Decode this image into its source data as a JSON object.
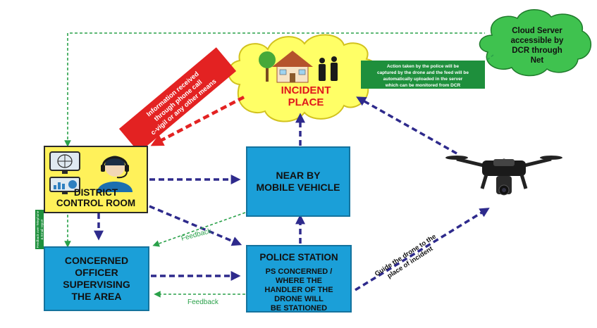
{
  "incident": {
    "line1": "INCIDENT",
    "line2": "PLACE"
  },
  "cloud": {
    "line1": "Cloud Server",
    "line2": "accessible by",
    "line3": "DCR through",
    "line4": "Net"
  },
  "capture_note": {
    "line1": "Action taken by the police will be",
    "line2": "captured by the drone and the feed will be",
    "line3": "automatically uploaded in the server",
    "line4": "which can be monitored from DCR"
  },
  "info_banner": {
    "line1": "Information received",
    "line2": "through phone call",
    "line3": "c-vigil or any other means"
  },
  "dcr": {
    "line1": "DISTRICT",
    "line2": "CONTROL ROOM"
  },
  "mobile_vehicle": {
    "line1": "NEAR BY",
    "line2": "MOBILE VEHICLE"
  },
  "officer": {
    "line1": "CONCERNED",
    "line2": "OFFICER",
    "line3": "SUPERVISING",
    "line4": "THE AREA"
  },
  "police_station": {
    "title": "POLICE STATION",
    "line1": "PS CONCERNED /",
    "line2": "WHERE THE",
    "line3": "HANDLER OF THE",
    "line4": "DRONE WILL",
    "line5": "BE STATIONED"
  },
  "labels": {
    "feedback_upper": "Feedback",
    "feedback_lower": "Feedback",
    "guide": {
      "line1": "Guide the drone to the",
      "line2": "place of incident"
    },
    "side_feedback": {
      "line1": "Feedback over Telephone",
      "line2": "& Email report"
    }
  },
  "colors": {
    "box_blue": "#1b9fd8",
    "dcr_yellow": "#fff15a",
    "cloud_yellow": "#ffff66",
    "cloud_green": "#3fc24f",
    "banner_red": "#e32222",
    "arrow_navy": "#2e2a8c",
    "arrow_green": "#2aa14a",
    "incident_red": "#e0161b"
  }
}
